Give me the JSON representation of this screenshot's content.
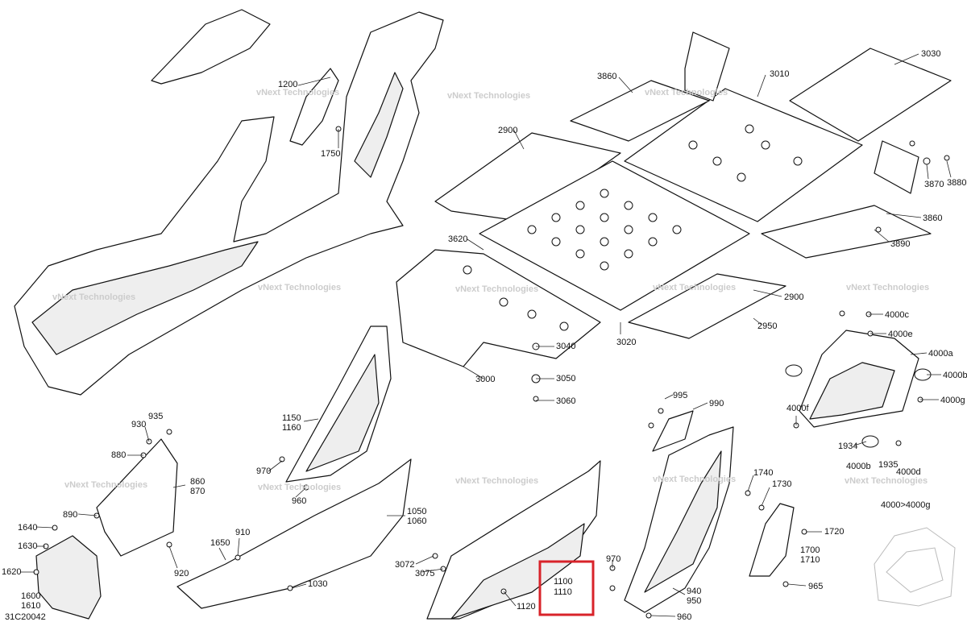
{
  "figure_code": "31C20042",
  "watermark": "vNext Technologies",
  "highlight": {
    "label": "1100 1110",
    "color": "#d8232a"
  },
  "callouts": [
    "1200",
    "1750",
    "3860",
    "3010",
    "3030",
    "2900",
    "3870",
    "3880",
    "3860",
    "3890",
    "3620",
    "2900",
    "2950",
    "3020",
    "3000",
    "3040",
    "3050",
    "3060",
    "4000c",
    "4000e",
    "4000a",
    "4000b",
    "4000g",
    "4000f",
    "1934",
    "4000b",
    "1935",
    "4000d",
    "4000>4000g",
    "995",
    "990",
    "1150",
    "1160",
    "930",
    "935",
    "880",
    "860",
    "870",
    "890",
    "970",
    "960",
    "1050",
    "1060",
    "1640",
    "1630",
    "1620",
    "1600",
    "1610",
    "1650",
    "910",
    "920",
    "1030",
    "3072",
    "3075",
    "1100",
    "1110",
    "1120",
    "970",
    "940",
    "950",
    "960",
    "1740",
    "1730",
    "1720",
    "1700",
    "1710",
    "965"
  ],
  "colors": {
    "line": "#111111",
    "highlight": "#d8232a",
    "watermark": "#cccccc"
  }
}
